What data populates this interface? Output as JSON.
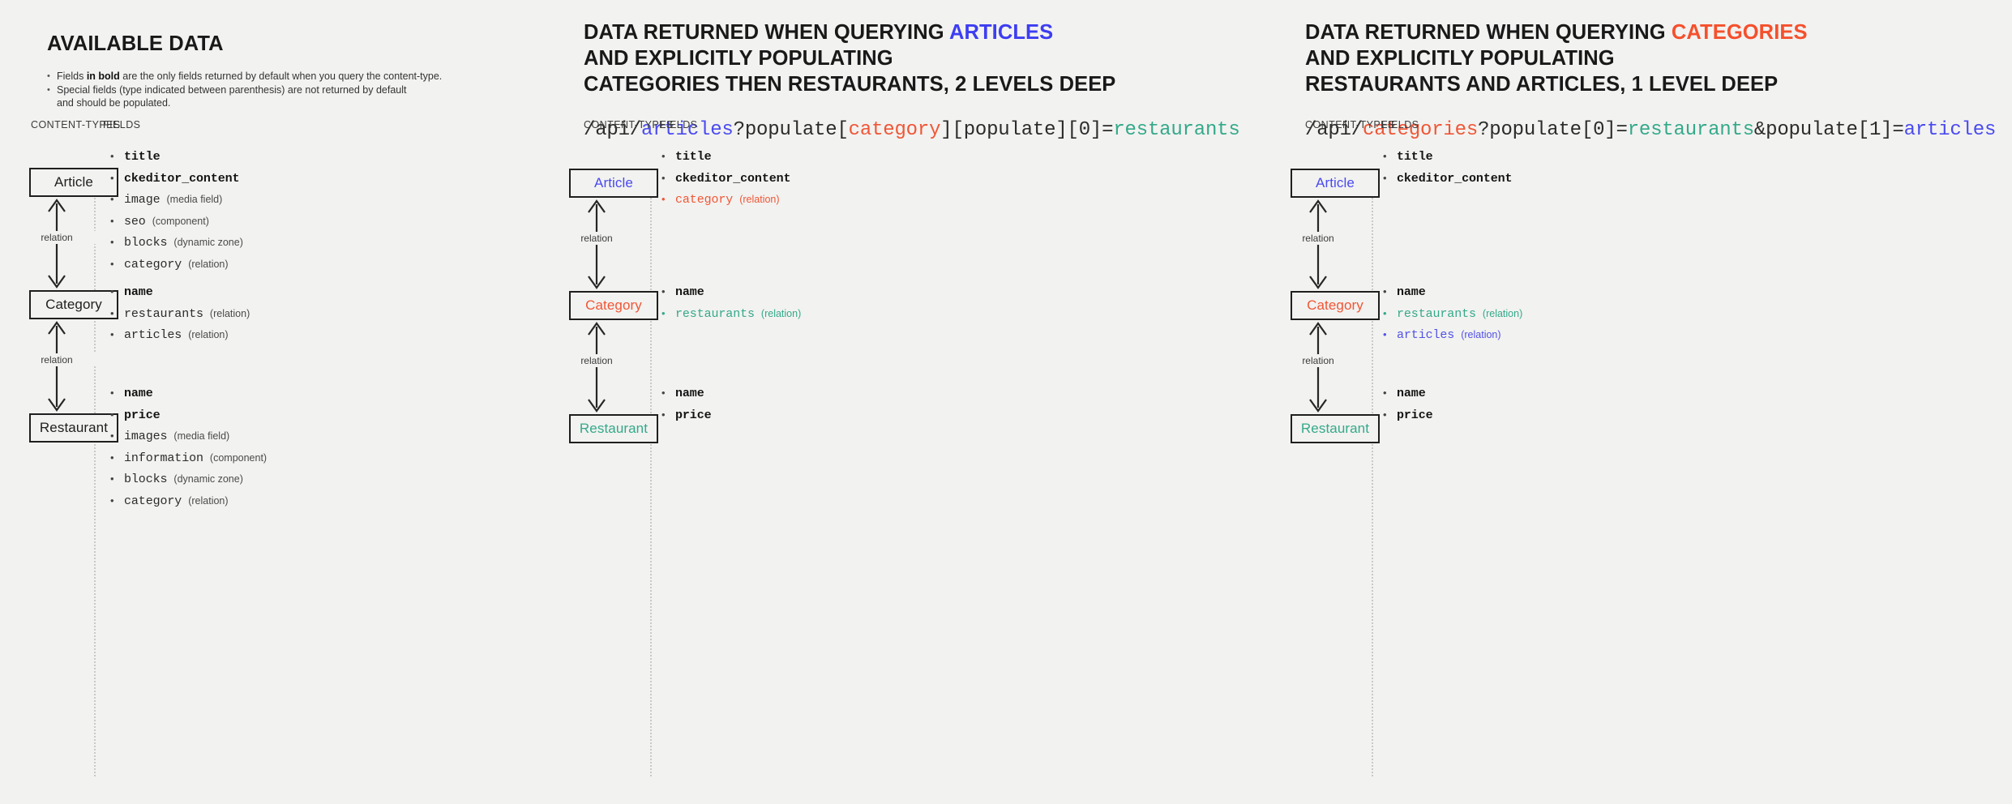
{
  "colors": {
    "background": "#f2f2f0",
    "text": "#1a1a1a",
    "blue": "#4a4af0",
    "red": "#f05636",
    "green": "#34a98a",
    "divider": "#c9c9c7"
  },
  "columns": [
    {
      "id": "available-data",
      "title": {
        "pre": "AVAILABLE DATA",
        "highlight": "",
        "highlight_color": "",
        "line2": "",
        "line3": ""
      },
      "intro": [
        {
          "pre": "Fields ",
          "bold": "in bold",
          "post": " are the only fields returned by default when you query the content-type."
        },
        {
          "pre": "Special fields (type indicated between parenthesis) are not returned by default",
          "bold": "",
          "post": ""
        }
      ],
      "intro_continued": "and should be populated.",
      "url": null,
      "labels": {
        "content_types": "CONTENT-TYPES",
        "fields": "FIELDS"
      },
      "entities": [
        {
          "name": "Article",
          "color": "default"
        },
        {
          "name": "Category",
          "color": "default"
        },
        {
          "name": "Restaurant",
          "color": "default"
        }
      ],
      "relations": [
        "relation",
        "relation"
      ],
      "field_groups": [
        [
          {
            "name": "title",
            "type": "",
            "bold": true,
            "color": "default"
          },
          {
            "name": "ckeditor_content",
            "type": "",
            "bold": true,
            "color": "default"
          },
          {
            "name": "image",
            "type": "(media field)",
            "bold": false,
            "color": "default"
          },
          {
            "name": "seo",
            "type": "(component)",
            "bold": false,
            "color": "default"
          },
          {
            "name": "blocks",
            "type": "(dynamic zone)",
            "bold": false,
            "color": "default"
          },
          {
            "name": "category",
            "type": "(relation)",
            "bold": false,
            "color": "default"
          }
        ],
        [
          {
            "name": "name",
            "type": "",
            "bold": true,
            "color": "default"
          },
          {
            "name": "restaurants",
            "type": "(relation)",
            "bold": false,
            "color": "default"
          },
          {
            "name": "articles",
            "type": "(relation)",
            "bold": false,
            "color": "default"
          }
        ],
        [
          {
            "name": "name",
            "type": "",
            "bold": true,
            "color": "default"
          },
          {
            "name": "price",
            "type": "",
            "bold": true,
            "color": "default"
          },
          {
            "name": "images",
            "type": "(media field)",
            "bold": false,
            "color": "default"
          },
          {
            "name": "information",
            "type": "(component)",
            "bold": false,
            "color": "default"
          },
          {
            "name": "blocks",
            "type": "(dynamic zone)",
            "bold": false,
            "color": "default"
          },
          {
            "name": "category",
            "type": "(relation)",
            "bold": false,
            "color": "default"
          }
        ]
      ]
    },
    {
      "id": "query-articles",
      "title": {
        "pre": "DATA RETURNED WHEN QUERYING ",
        "highlight": "ARTICLES",
        "highlight_color": "blue",
        "line2": "AND EXPLICITLY POPULATING",
        "line3": "CATEGORIES THEN RESTAURANTS, 2 LEVELS DEEP"
      },
      "url": {
        "parts": [
          {
            "t": "/api/",
            "c": "default"
          },
          {
            "t": "articles",
            "c": "blue"
          },
          {
            "t": "?populate[",
            "c": "default"
          },
          {
            "t": "category",
            "c": "red"
          },
          {
            "t": "][populate][0]=",
            "c": "default"
          },
          {
            "t": "restaurants",
            "c": "green"
          }
        ]
      },
      "labels": {
        "content_types": "CONTENT-TYPES",
        "fields": "FIELDS"
      },
      "entities": [
        {
          "name": "Article",
          "color": "blue"
        },
        {
          "name": "Category",
          "color": "red"
        },
        {
          "name": "Restaurant",
          "color": "green"
        }
      ],
      "relations": [
        "relation",
        "relation"
      ],
      "field_groups": [
        [
          {
            "name": "title",
            "type": "",
            "bold": true,
            "color": "default"
          },
          {
            "name": "ckeditor_content",
            "type": "",
            "bold": true,
            "color": "default"
          },
          {
            "name": "category",
            "type": "(relation)",
            "bold": false,
            "color": "red"
          }
        ],
        [
          {
            "name": "name",
            "type": "",
            "bold": true,
            "color": "default"
          },
          {
            "name": "restaurants",
            "type": "(relation)",
            "bold": false,
            "color": "green"
          }
        ],
        [
          {
            "name": "name",
            "type": "",
            "bold": true,
            "color": "default"
          },
          {
            "name": "price",
            "type": "",
            "bold": true,
            "color": "default"
          }
        ]
      ]
    },
    {
      "id": "query-categories",
      "title": {
        "pre": "DATA RETURNED WHEN QUERYING ",
        "highlight": "CATEGORIES",
        "highlight_color": "red",
        "line2": "AND EXPLICITLY POPULATING",
        "line3": "RESTAURANTS AND ARTICLES, 1 LEVEL DEEP"
      },
      "url": {
        "parts": [
          {
            "t": "/api/",
            "c": "default"
          },
          {
            "t": "categories",
            "c": "red"
          },
          {
            "t": "?populate[0]=",
            "c": "default"
          },
          {
            "t": "restaurants",
            "c": "green"
          },
          {
            "t": "&populate[1]=",
            "c": "default"
          },
          {
            "t": "articles",
            "c": "blue"
          }
        ]
      },
      "labels": {
        "content_types": "CONTENT-TYPES",
        "fields": "FIELDS"
      },
      "entities": [
        {
          "name": "Article",
          "color": "blue"
        },
        {
          "name": "Category",
          "color": "red"
        },
        {
          "name": "Restaurant",
          "color": "green"
        }
      ],
      "relations": [
        "relation",
        "relation"
      ],
      "field_groups": [
        [
          {
            "name": "title",
            "type": "",
            "bold": true,
            "color": "default"
          },
          {
            "name": "ckeditor_content",
            "type": "",
            "bold": true,
            "color": "default"
          }
        ],
        [
          {
            "name": "name",
            "type": "",
            "bold": true,
            "color": "default"
          },
          {
            "name": "restaurants",
            "type": "(relation)",
            "bold": false,
            "color": "green"
          },
          {
            "name": "articles",
            "type": "(relation)",
            "bold": false,
            "color": "blue"
          }
        ],
        [
          {
            "name": "name",
            "type": "",
            "bold": true,
            "color": "default"
          },
          {
            "name": "price",
            "type": "",
            "bold": true,
            "color": "default"
          }
        ]
      ]
    }
  ]
}
